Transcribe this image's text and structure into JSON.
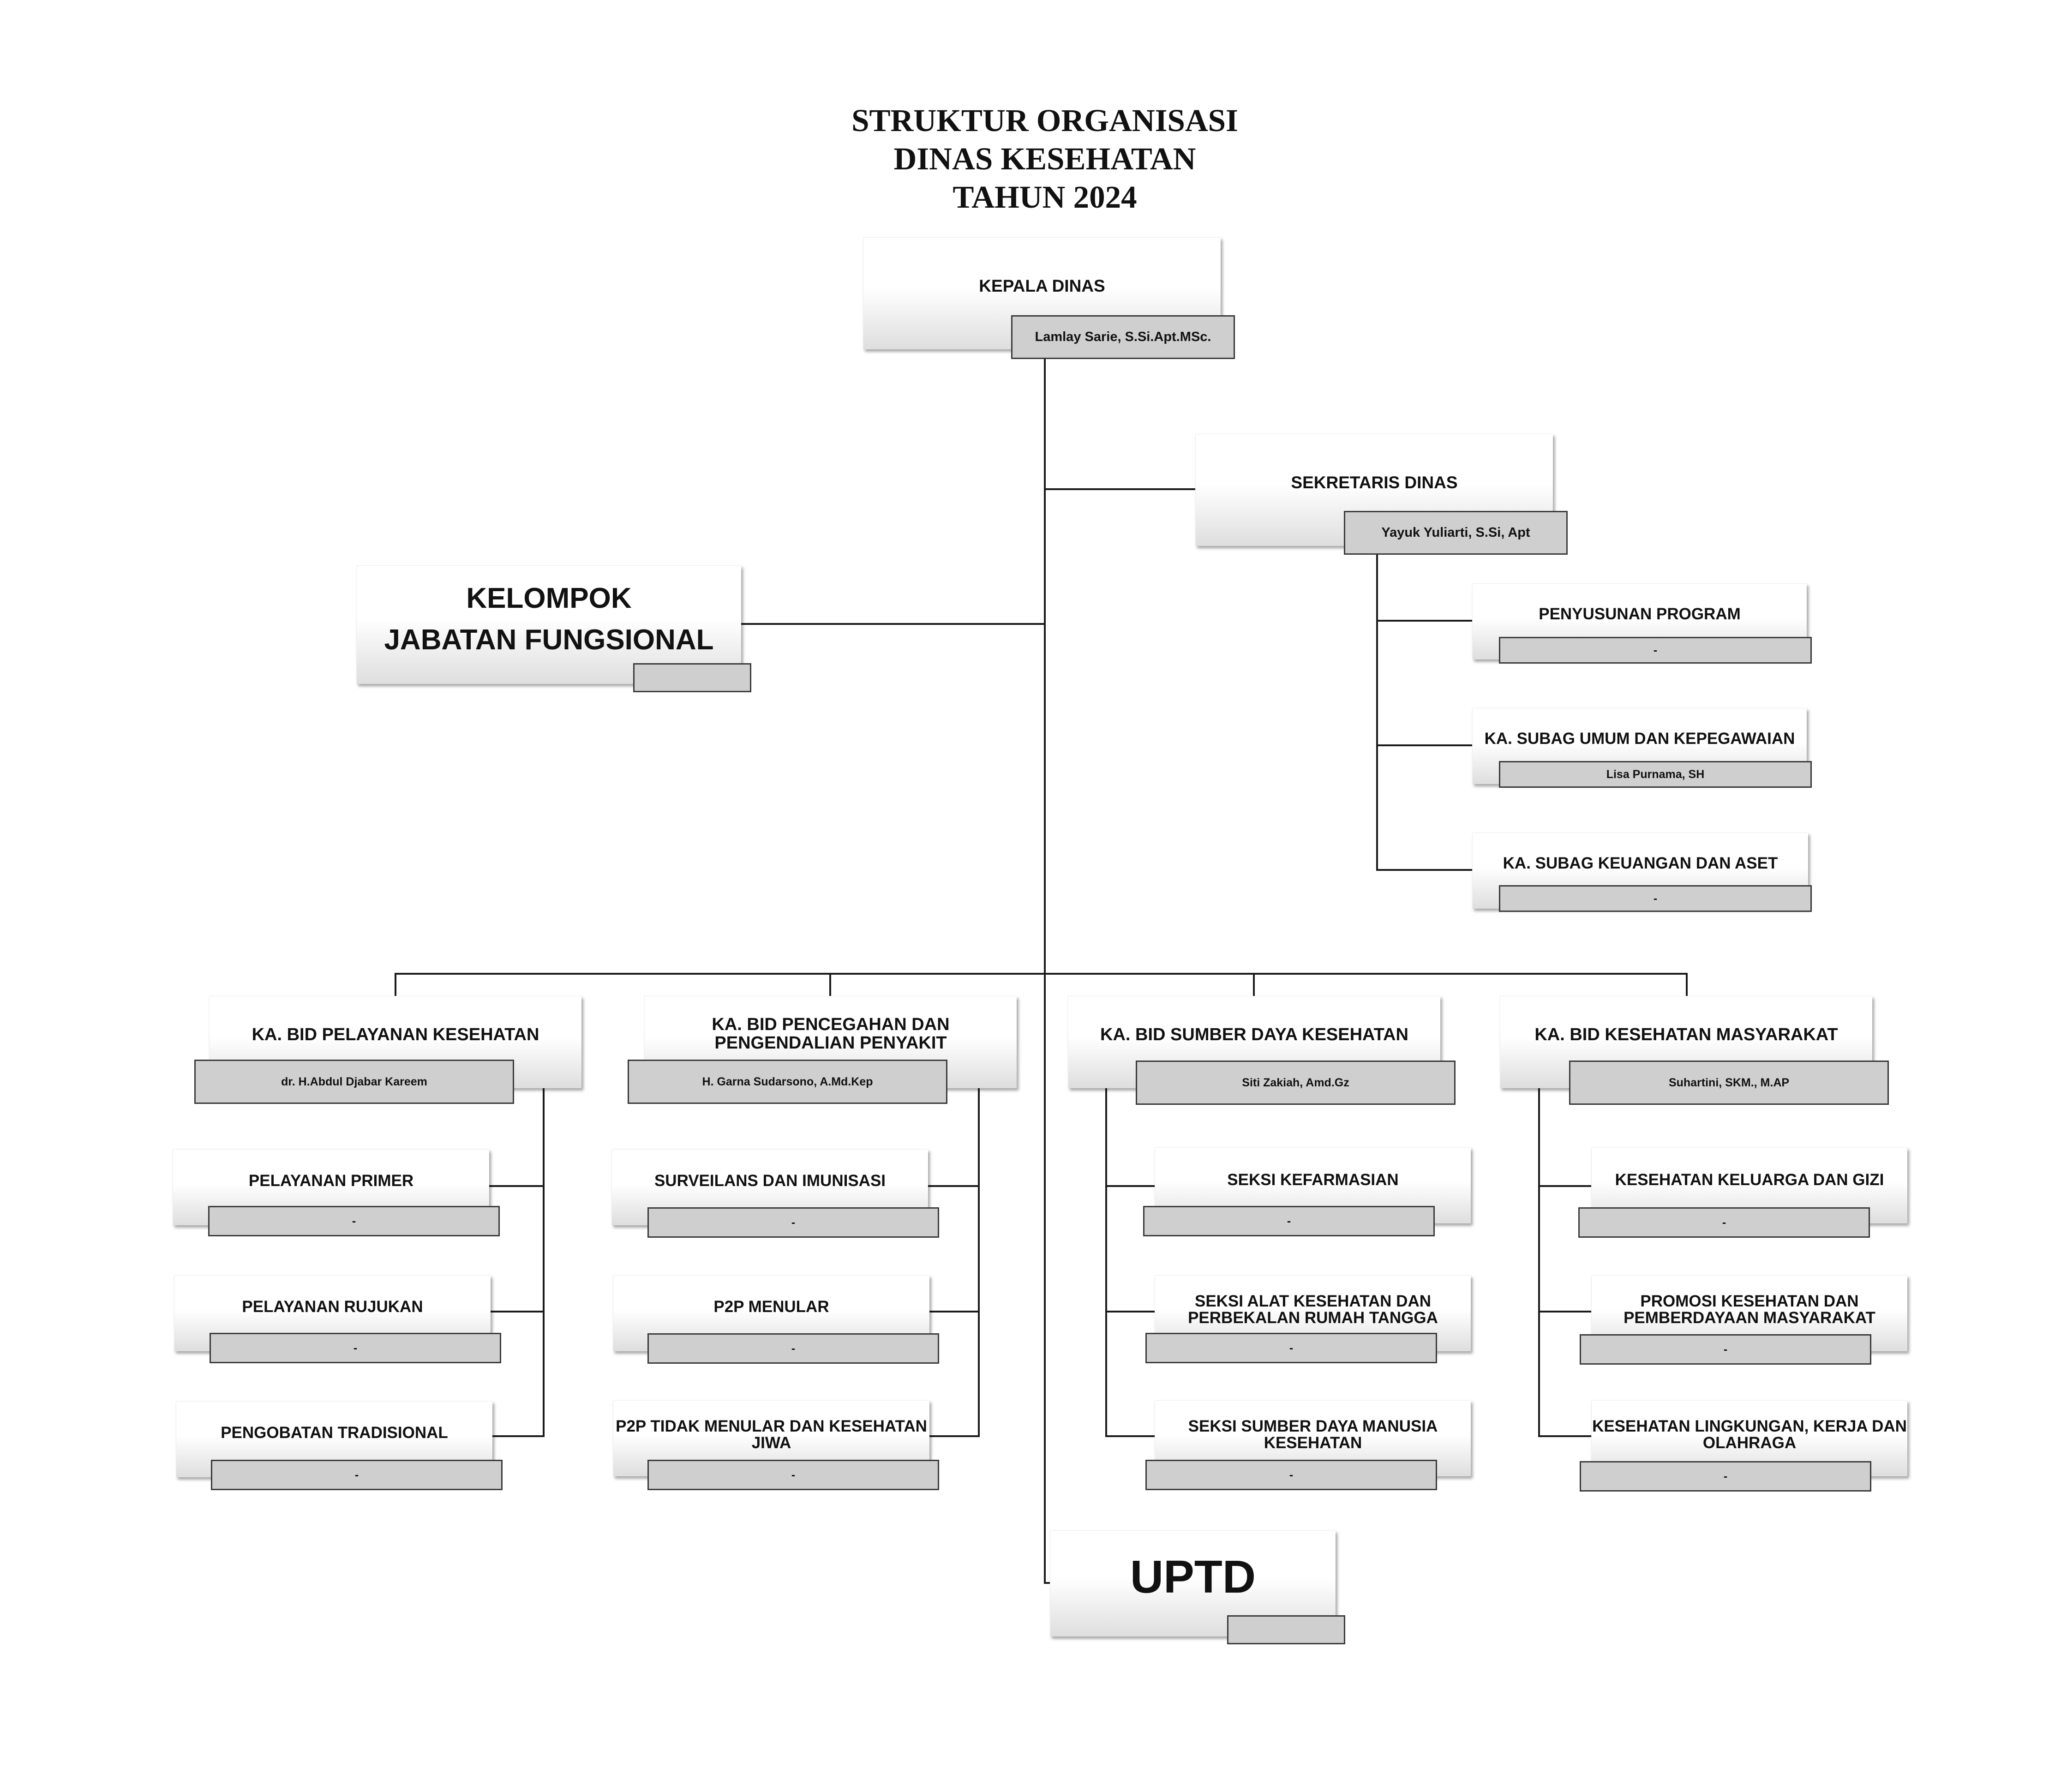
{
  "title": {
    "line1": "STRUKTUR ORGANISASI",
    "line2": "DINAS KESEHATAN",
    "line3": "TAHUN 2024"
  },
  "kepala": {
    "title": "KEPALA DINAS",
    "name": "Lamlay Sarie, S.Si.Apt.MSc."
  },
  "kelompok": {
    "line1": "KELOMPOK",
    "line2": "JABATAN FUNGSIONAL",
    "name": ""
  },
  "sekretaris": {
    "title": "SEKRETARIS DINAS",
    "name": "Yayuk Yuliarti, S.Si, Apt",
    "units": [
      {
        "title": "PENYUSUNAN PROGRAM",
        "name": "-"
      },
      {
        "title": "KA. SUBAG UMUM DAN KEPEGAWAIAN",
        "name": "Lisa Purnama, SH"
      },
      {
        "title": "KA. SUBAG KEUANGAN DAN ASET",
        "name": "-"
      }
    ]
  },
  "bidang": [
    {
      "title_l1": "KA. BID PELAYANAN KESEHATAN",
      "title_l2": "",
      "name": "dr. H.Abdul Djabar Kareem",
      "seksi": [
        {
          "l1": "PELAYANAN PRIMER",
          "l2": "",
          "name": "-"
        },
        {
          "l1": "PELAYANAN RUJUKAN",
          "l2": "",
          "name": "-"
        },
        {
          "l1": "PENGOBATAN TRADISIONAL",
          "l2": "",
          "name": "-"
        }
      ]
    },
    {
      "title_l1": "KA. BID PENCEGAHAN DAN",
      "title_l2": "PENGENDALIAN PENYAKIT",
      "name": "H. Garna Sudarsono, A.Md.Kep",
      "seksi": [
        {
          "l1": "SURVEILANS DAN IMUNISASI",
          "l2": "",
          "name": "-"
        },
        {
          "l1": "P2P MENULAR",
          "l2": "",
          "name": "-"
        },
        {
          "l1": "P2P TIDAK MENULAR DAN KESEHATAN",
          "l2": "JIWA",
          "name": "-"
        }
      ]
    },
    {
      "title_l1": "KA. BID SUMBER DAYA KESEHATAN",
      "title_l2": "",
      "name": "Siti Zakiah, Amd.Gz",
      "seksi": [
        {
          "l1": "SEKSI KEFARMASIAN",
          "l2": "",
          "name": "-"
        },
        {
          "l1": "SEKSI ALAT KESEHATAN DAN",
          "l2": "PERBEKALAN RUMAH TANGGA",
          "name": "-"
        },
        {
          "l1": "SEKSI SUMBER DAYA MANUSIA",
          "l2": "KESEHATAN",
          "name": "-"
        }
      ]
    },
    {
      "title_l1": "KA. BID KESEHATAN MASYARAKAT",
      "title_l2": "",
      "name": "Suhartini, SKM., M.AP",
      "seksi": [
        {
          "l1": "KESEHATAN KELUARGA DAN GIZI",
          "l2": "",
          "name": "-"
        },
        {
          "l1": "PROMOSI KESEHATAN DAN",
          "l2": "PEMBERDAYAAN MASYARAKAT",
          "name": "-"
        },
        {
          "l1": "KESEHATAN LINGKUNGAN, KERJA DAN",
          "l2": "OLAHRAGA",
          "name": "-"
        }
      ]
    }
  ],
  "uptd": {
    "title": "UPTD",
    "name": ""
  }
}
